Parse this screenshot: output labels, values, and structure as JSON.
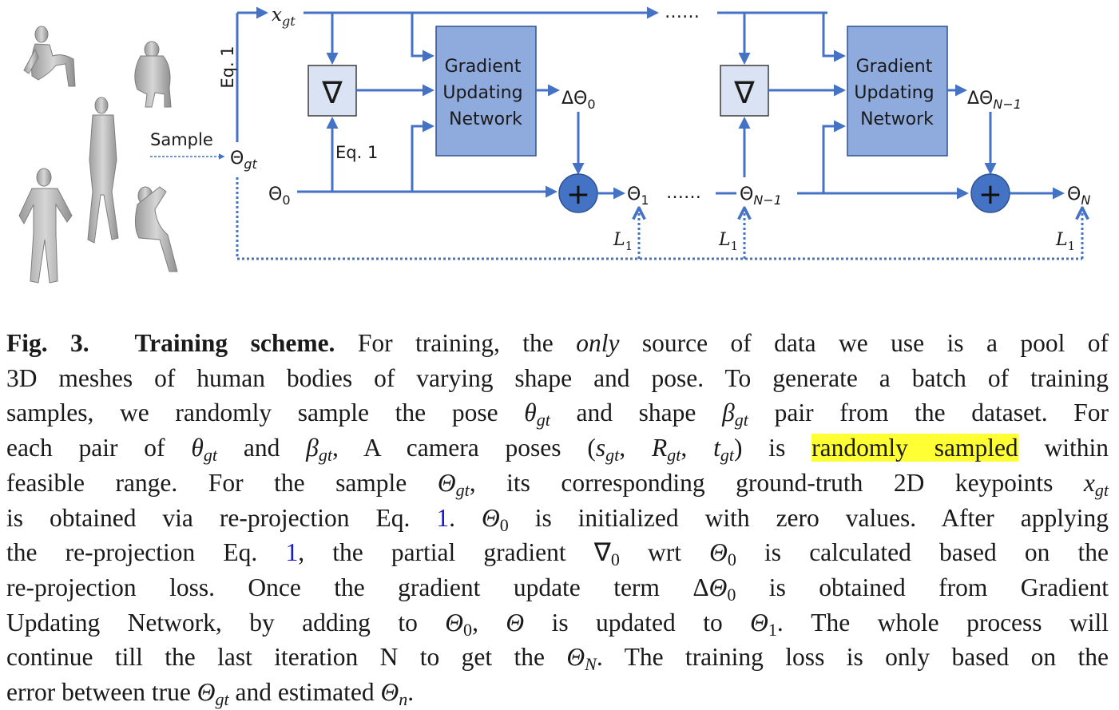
{
  "diagram": {
    "x_gt": "x",
    "gt_sub": "gt",
    "eq1": "Eq. 1",
    "eq1_lower": "Eq. 1",
    "sample": "Sample",
    "theta_gt": "Θ",
    "theta0": "Θ",
    "sub0": "0",
    "grad_symbol": "∇",
    "gun1": [
      "Gradient",
      "Updating",
      "Network"
    ],
    "gun2": [
      "Gradient",
      "Updating",
      "Network"
    ],
    "delta0": "ΔΘ",
    "deltaN1": "ΔΘ",
    "subN1": "N−1",
    "plus": "+",
    "theta1": "Θ",
    "sub1": "1",
    "dots_top": "……",
    "dots_mid": "……",
    "thetaN1": "Θ",
    "thetaN": "Θ",
    "subN": "N",
    "loss": [
      "L",
      "L",
      "L"
    ],
    "loss_sub": "1",
    "colors": {
      "accent": "#4472c4",
      "box_fill": "#8faadc",
      "box_stroke": "#2f528f",
      "grad_fill": "#dae3f3",
      "highlight": "#ffff33"
    }
  },
  "caption": {
    "fig_label": "Fig. 3.",
    "fig_title": "Training scheme.",
    "l1a": " For training, the ",
    "l1_only": "only",
    "l1b": " source of data we use is a pool of",
    "l2": "3D meshes of human bodies of varying shape and pose. To generate a batch of training",
    "l3a": "samples, we randomly sample the pose ",
    "l3_theta": "θ",
    "l3_gt": "gt",
    "l3b": " and shape ",
    "l3_beta": "β",
    "l3c": " pair from the dataset. For",
    "l4a": "each pair of ",
    "l4b": " and ",
    "l4c": ", A camera poses (",
    "l4_s": "s",
    "l4_comma1": ", ",
    "l4_R": "R",
    "l4_comma2": ", ",
    "l4_t": "t",
    "l4d": ") is ",
    "l4_hl": "randomly sampled",
    "l4e": " within",
    "l5a": "feasible range. For the sample ",
    "Theta": "Θ",
    "l5b": ", its corresponding ground-truth 2D keypoints ",
    "l5_x": "x",
    "l6a": "is obtained via re-projection Eq. ",
    "ref1": "1",
    "l6b": ". ",
    "sub0": "0",
    "l6c": " is initialized with zero values. After applying",
    "l7a": "the re-projection Eq. ",
    "l7b": ", the partial gradient ",
    "nabla": "∇",
    "l7c": " wrt ",
    "l7d": " is calculated based on the",
    "l8a": "re-projection loss. Once the gradient update term ",
    "delta": "Δ",
    "l8b": " is obtained from Gradient",
    "l9a": "Updating Network, by adding to ",
    "l9b": ", ",
    "l9c": " is updated to ",
    "sub1": "1",
    "l9d": ". The whole process will",
    "l10a": "continue till the last iteration N to get the ",
    "subN": "N",
    "l10b": ". The training loss is only based on the",
    "l11a": "error between true ",
    "l11b": " and estimated ",
    "subn": "n",
    "l11c": "."
  }
}
